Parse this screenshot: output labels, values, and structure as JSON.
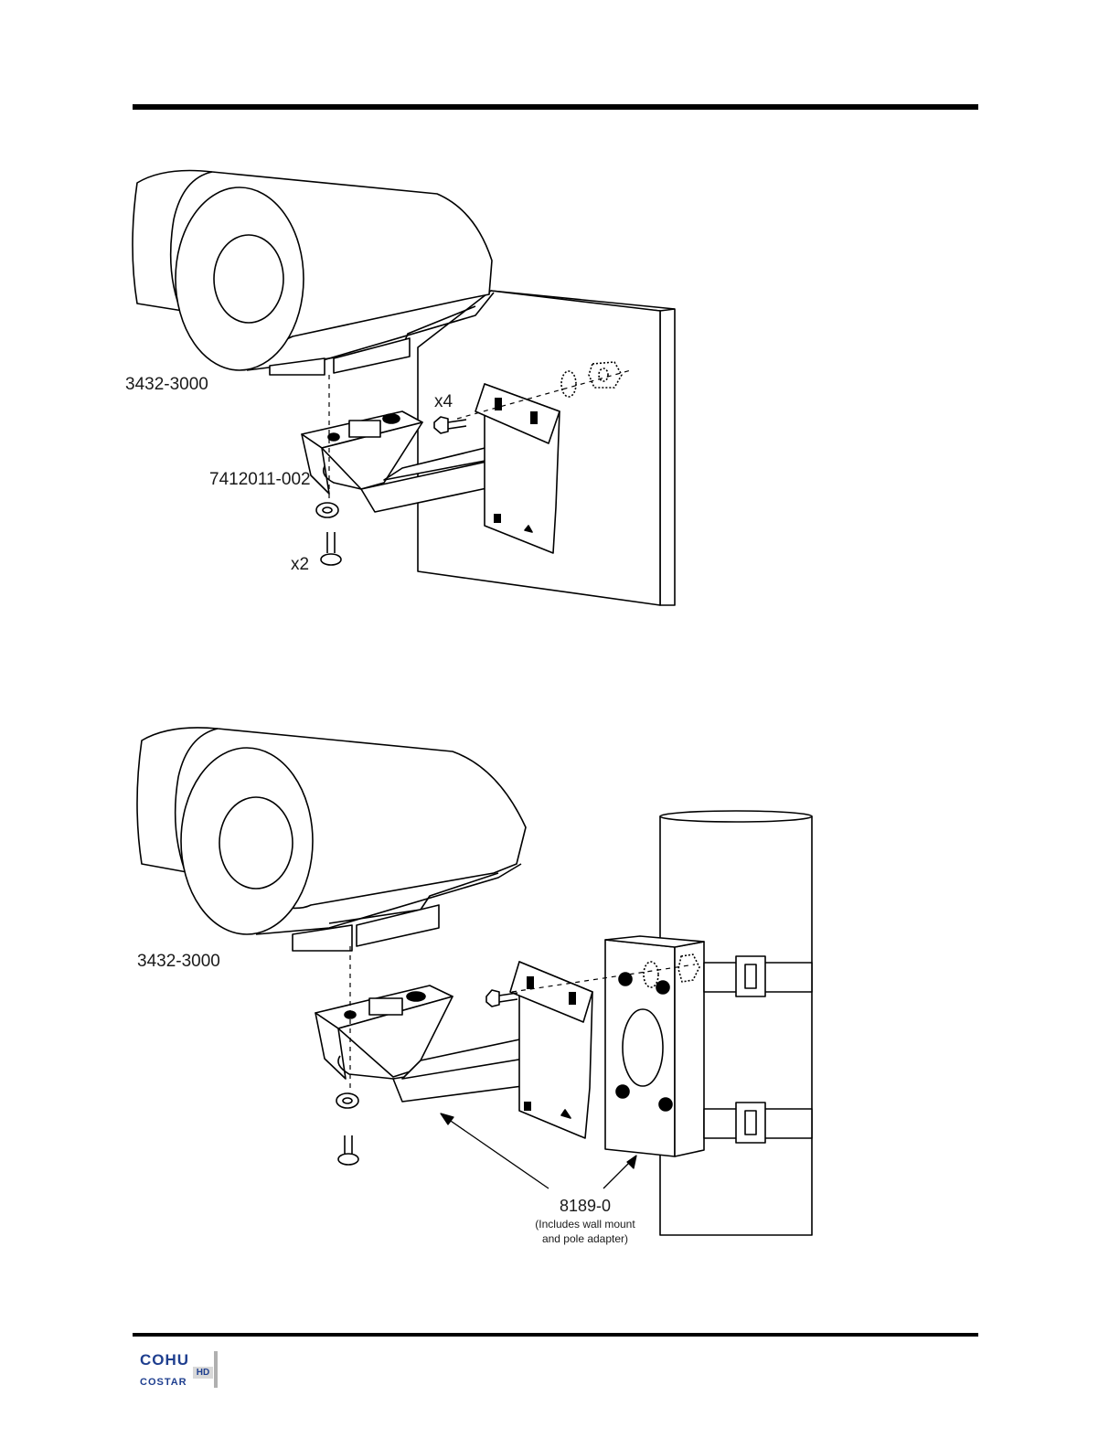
{
  "figure_top": {
    "labels": {
      "camera_part": "3432-3000",
      "bolt_qty_wall": "x4",
      "adapter_part": "7412011-002",
      "bolt_qty_bottom": "x2"
    }
  },
  "figure_bottom": {
    "labels": {
      "camera_part": "3432-3000",
      "mount_part": "8189-0",
      "mount_note_line1": "(Includes wall mount",
      "mount_note_line2": "and pole adapter)"
    }
  },
  "logo": {
    "line1": "COHU",
    "badge": "HD",
    "line2": "COSTAR",
    "color": "#1f3f8f"
  }
}
